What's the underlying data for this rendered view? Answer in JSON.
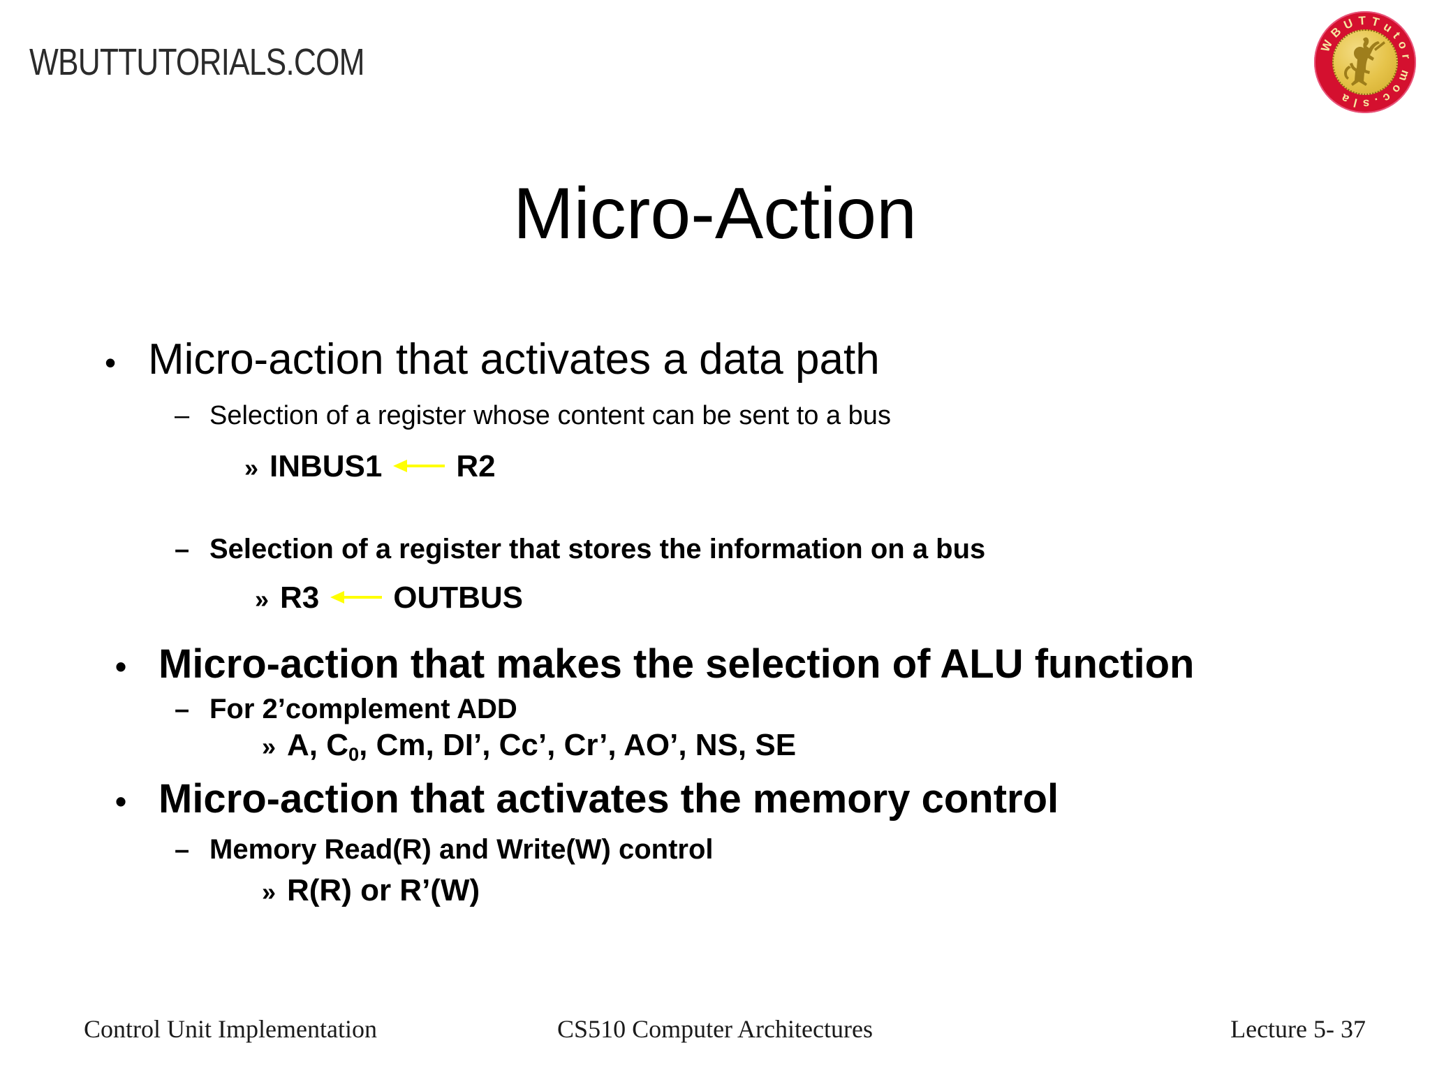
{
  "header": {
    "brand": "WBUTTUTORIALS.COM",
    "logo": {
      "ring_text_top": "WBUT Tutorials",
      "ring_text_bottom": ".com",
      "ring_color": "#d4102f",
      "center_color": "#e6c44b"
    }
  },
  "title": "Micro-Action",
  "accent_color": "#FFFF00",
  "body": {
    "lines": [
      {
        "level": 1,
        "marker": "•",
        "text": "Micro-action that activates a data path",
        "bold": false
      },
      {
        "level": 2,
        "marker": "–",
        "text": "Selection of a register whose content can be sent to a bus",
        "bold": false
      },
      {
        "level": 3,
        "marker": "»",
        "left": "INBUS1",
        "arrow": true,
        "right": "R2",
        "bold": true
      },
      {
        "level": 2,
        "marker": "–",
        "text": "Selection of a register that stores the information on a bus",
        "bold": true
      },
      {
        "level": 3,
        "marker": "»",
        "left": "R3",
        "arrow": true,
        "right": "OUTBUS",
        "bold": true
      },
      {
        "level": 1,
        "marker": "•",
        "text": "Micro-action that makes the selection of ALU function",
        "bold": true
      },
      {
        "level": 2,
        "marker": "–",
        "text": "For 2’complement ADD",
        "bold": true
      },
      {
        "level": 3,
        "marker": "»",
        "text_rich": "A, C|0|, Cm, DI’, Cc’, Cr’, AO’, NS, SE",
        "bold": true
      },
      {
        "level": 1,
        "marker": "•",
        "text": "Micro-action that activates the memory control",
        "bold": true
      },
      {
        "level": 2,
        "marker": "–",
        "text": "Memory Read(R) and Write(W) control",
        "bold": true
      },
      {
        "level": 3,
        "marker": "»",
        "text": "R(R) or R’(W)",
        "bold": true
      }
    ]
  },
  "footer": {
    "left": "Control Unit Implementation",
    "center": "CS510 Computer Architectures",
    "right": "Lecture 5- 37"
  }
}
